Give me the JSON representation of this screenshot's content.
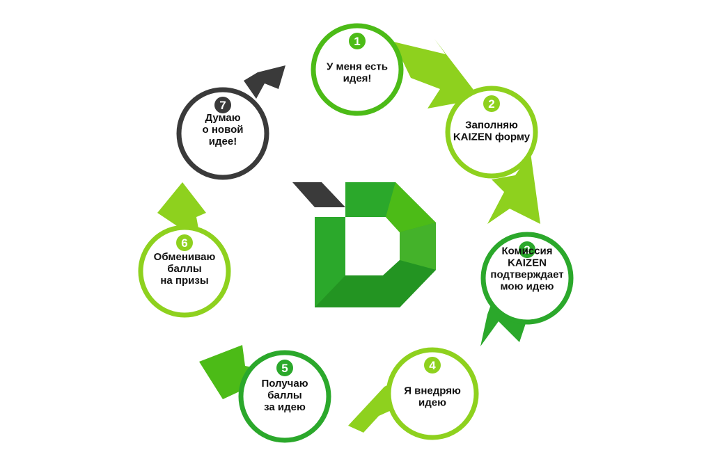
{
  "colors": {
    "dark_green": "#2ba82b",
    "mid_green": "#4cbb17",
    "light_green": "#8ed11e",
    "charcoal": "#3a3a3a",
    "background": "#ffffff"
  },
  "steps": [
    {
      "number": "1",
      "lines": [
        "У меня есть",
        "идея!"
      ]
    },
    {
      "number": "2",
      "lines": [
        "Заполняю",
        "KAIZEN форму"
      ]
    },
    {
      "number": "3",
      "lines": [
        "Комиссия",
        "KAIZEN",
        "подтверждает",
        "мою идею"
      ]
    },
    {
      "number": "4",
      "lines": [
        "Я внедряю",
        "идею"
      ]
    },
    {
      "number": "5",
      "lines": [
        "Получаю",
        "баллы",
        "за идею"
      ]
    },
    {
      "number": "6",
      "lines": [
        "Обмениваю",
        "баллы",
        "на призы"
      ]
    },
    {
      "number": "7",
      "lines": [
        "Думаю",
        "о новой",
        "идее!"
      ]
    }
  ]
}
